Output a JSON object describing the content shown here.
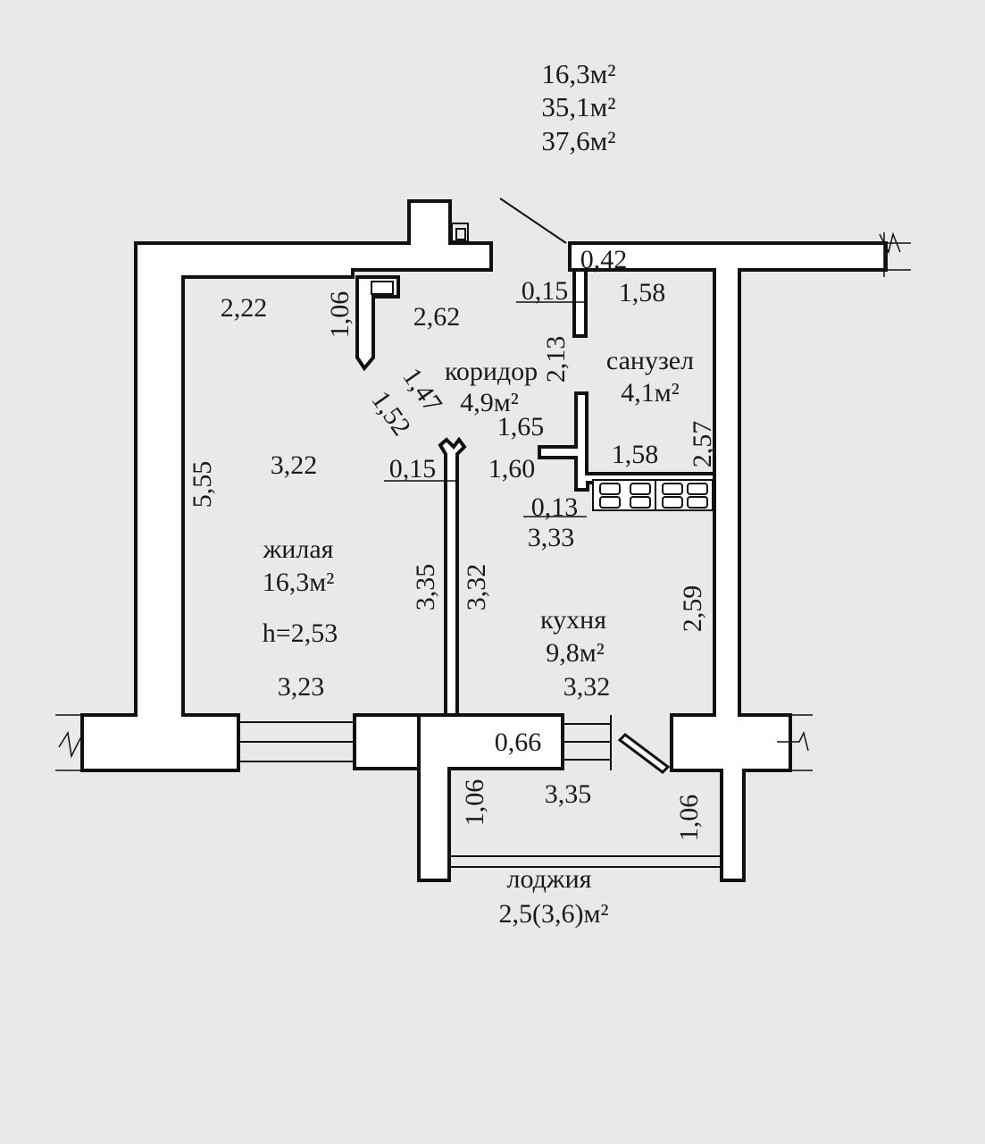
{
  "summary": {
    "living_area": "16,3м²",
    "useful_area": "35,1м²",
    "total_area": "37,6м²"
  },
  "rooms": {
    "living": {
      "name": "жилая",
      "area": "16,3м²",
      "height": "h=2,53"
    },
    "corridor": {
      "name": "коридор",
      "area": "4,9м²"
    },
    "bathroom": {
      "name": "санузел",
      "area": "4,1м²"
    },
    "kitchen": {
      "name": "кухня",
      "area": "9,8м²"
    },
    "loggia": {
      "name": "лоджия",
      "area": "2,5(3,6)м²"
    }
  },
  "dimensions": {
    "d_2_22": "2,22",
    "d_1_06_a": "1,06",
    "d_2_62": "2,62",
    "d_0_15_a": "0,15",
    "d_0_42": "0,42",
    "d_1_58_a": "1,58",
    "d_2_13": "2,13",
    "d_1_47": "1,47",
    "d_1_52": "1,52",
    "d_1_65": "1,65",
    "d_1_60": "1,60",
    "d_1_58_b": "1,58",
    "d_2_57": "2,57",
    "d_5_55": "5,55",
    "d_3_22": "3,22",
    "d_0_15_b": "0,15",
    "d_0_13": "0,13",
    "d_3_33": "3,33",
    "d_3_35_a": "3,35",
    "d_3_32_a": "3,32",
    "d_2_59": "2,59",
    "d_3_23": "3,23",
    "d_3_32_b": "3,32",
    "d_0_66": "0,66",
    "d_1_06_b": "1,06",
    "d_3_35_b": "3,35",
    "d_1_06_c": "1,06"
  }
}
